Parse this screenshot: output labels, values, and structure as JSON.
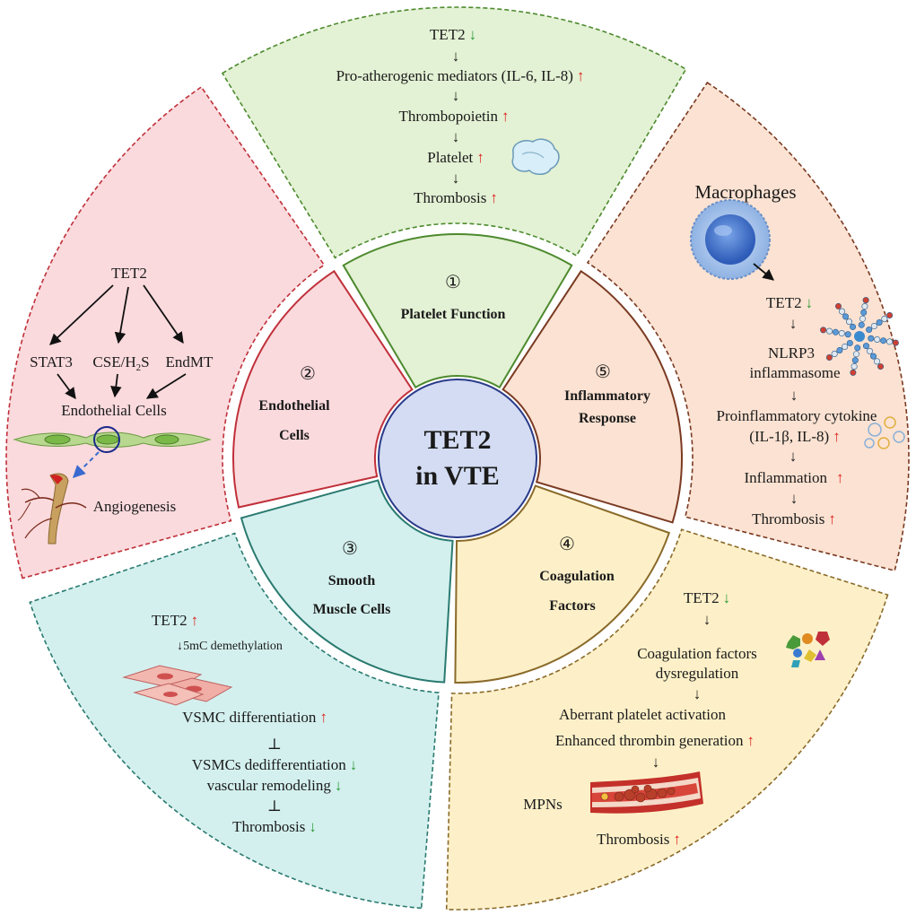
{
  "center": {
    "line1": "TET2",
    "line2": "in VTE"
  },
  "colors": {
    "platelet_fill": "#e3f1d4",
    "platelet_stroke": "#4d8a2e",
    "inflam_fill": "#fbe2d2",
    "inflam_stroke": "#7a3a22",
    "coag_fill": "#fdf0c8",
    "coag_stroke": "#8a6a2a",
    "smooth_fill": "#d3f0ee",
    "smooth_stroke": "#2a7a70",
    "endo_fill": "#fadadd",
    "endo_stroke": "#c0303a",
    "center_fill": "#d3dcf2",
    "center_stroke": "#2a3a8a",
    "up_arrow": "#e0201b",
    "down_arrow": "#2e9b3a"
  },
  "inner_segments": {
    "platelet": {
      "number": "①",
      "label": "Platelet Function"
    },
    "inflammatory": {
      "number": "⑤",
      "label1": "Inflammatory",
      "label2": "Response"
    },
    "coagulation": {
      "number": "④",
      "label1": "Coagulation",
      "label2": "Factors"
    },
    "smooth": {
      "number": "③",
      "label1": "Smooth",
      "label2": "Muscle Cells"
    },
    "endothelial": {
      "number": "②",
      "label1": "Endothelial",
      "label2": "Cells"
    }
  },
  "platelet_panel": {
    "line1": "TET2",
    "line2": "Pro-atherogenic mediators (IL-6, IL-8)",
    "line3": "Thrombopoietin",
    "line4": "Platelet",
    "line5": "Thrombosis",
    "up": "↑",
    "down": "↓",
    "arrow": "↓"
  },
  "inflammatory_panel": {
    "title": "Macrophages",
    "line1": "TET2",
    "line2": "NLRP3",
    "line3": "inflammasome",
    "line4": "Proinflammatory cytokine",
    "line5": "(IL-1β, IL-8)",
    "line6": "Inflammation",
    "line7": "Thrombosis",
    "up": "↑",
    "down": "↓",
    "arrow": "↓"
  },
  "coagulation_panel": {
    "line1": "TET2",
    "line2": "Coagulation factors",
    "line3": "dysregulation",
    "line4": "Aberrant platelet activation",
    "line5": "Enhanced thrombin generation",
    "mpns": "MPNs",
    "line6": "Thrombosis",
    "up": "↑",
    "down": "↓",
    "arrow": "↓"
  },
  "smooth_panel": {
    "line1": "TET2",
    "line2": "↓5mC demethylation",
    "line3": "VSMC differentiation",
    "inhibit": "⊥",
    "line4": "VSMCs dedifferentiation",
    "line5": "vascular remodeling",
    "line6": "Thrombosis",
    "up": "↑",
    "down": "↓"
  },
  "endothelial_panel": {
    "top": "TET2",
    "stat3": "STAT3",
    "cse_prefix": "CSE/H",
    "cse_sub": "2",
    "cse_suffix": "S",
    "endmt": "EndMT",
    "cells": "Endothelial Cells",
    "angio": "Angiogenesis"
  }
}
